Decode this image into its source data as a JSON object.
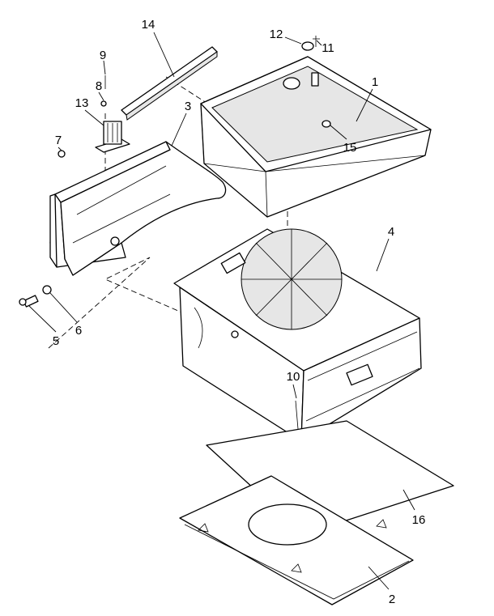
{
  "diagram": {
    "type": "exploded-parts-view",
    "callouts": {
      "c1": "1",
      "c2": "2",
      "c3": "3",
      "c4": "4",
      "c5": "5",
      "c6": "6",
      "c7": "7",
      "c8": "8",
      "c9": "9",
      "c10": "10",
      "c11": "11",
      "c12": "12",
      "c13": "13",
      "c14": "14",
      "c15": "15",
      "c16": "16"
    }
  }
}
